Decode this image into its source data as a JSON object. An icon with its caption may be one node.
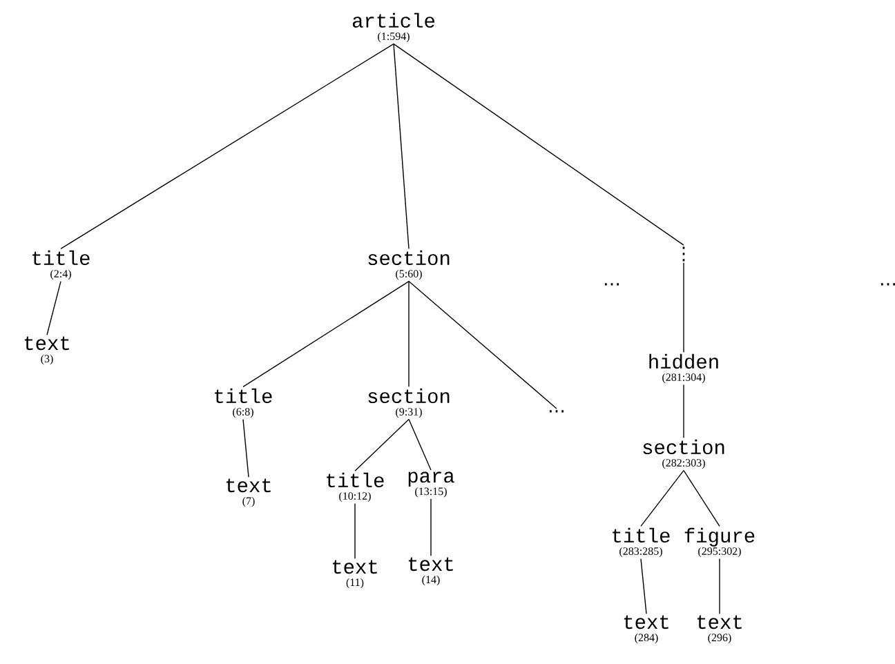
{
  "diagram": {
    "nodes": [
      {
        "text": [
          "article",
          "(1:594)"
        ]
      },
      {
        "text": [
          "title",
          "(2:4)"
        ]
      },
      {
        "text": [
          "text",
          "(3)"
        ]
      },
      {
        "text": [
          "section",
          "(5:60)"
        ]
      },
      {
        "text": [
          "⋮"
        ]
      },
      {
        "text": [
          "…"
        ]
      },
      {
        "text": [
          "title",
          "(6:8)"
        ]
      },
      {
        "text": [
          "section",
          "(9:31)"
        ]
      },
      {
        "text": [
          "text",
          "(7)"
        ]
      },
      {
        "text": [
          "title",
          "(10:12)"
        ]
      },
      {
        "text": [
          "para",
          "(13:15)"
        ]
      },
      {
        "text": [
          "text",
          "(11)"
        ]
      },
      {
        "text": [
          "text",
          "(14)"
        ]
      },
      {
        "text": [
          "hidden",
          "(281:304)"
        ]
      },
      {
        "text": [
          "section",
          "(282:303)"
        ]
      },
      {
        "text": [
          "title",
          "(283:285)"
        ]
      },
      {
        "text": [
          "figure",
          "(295:302)"
        ]
      },
      {
        "text": [
          "text",
          "(284)"
        ]
      },
      {
        "text": [
          "text",
          "(296)"
        ]
      }
    ],
    "edges": [
      {
        "from": 0,
        "to": 1,
        "arrow": "none"
      },
      {
        "from": 0,
        "to": 3,
        "arrow": "none"
      },
      {
        "from": 0,
        "to": 4,
        "arrow": "none"
      },
      {
        "from": 1,
        "to": 2,
        "arrow": "none"
      },
      {
        "from": 3,
        "to": 6,
        "arrow": "none"
      },
      {
        "from": 3,
        "to": 7,
        "arrow": "none"
      },
      {
        "from": 3,
        "to": 5,
        "arrow": "none"
      },
      {
        "from": 6,
        "to": 8,
        "arrow": "none"
      },
      {
        "from": 7,
        "to": 9,
        "arrow": "none"
      },
      {
        "from": 7,
        "to": 10,
        "arrow": "none"
      },
      {
        "from": 9,
        "to": 11,
        "arrow": "none"
      },
      {
        "from": 10,
        "to": 12,
        "arrow": "none"
      },
      {
        "from": 4,
        "to": 13,
        "arrow": "none"
      },
      {
        "from": 13,
        "to": 14,
        "arrow": "none"
      },
      {
        "from": 14,
        "to": 15,
        "arrow": "none"
      },
      {
        "from": 14,
        "to": 16,
        "arrow": "none"
      },
      {
        "from": 15,
        "to": 17,
        "arrow": "none"
      },
      {
        "from": 16,
        "to": 18,
        "arrow": "none"
      }
    ],
    "labels": [
      "…",
      "…"
    ]
  }
}
